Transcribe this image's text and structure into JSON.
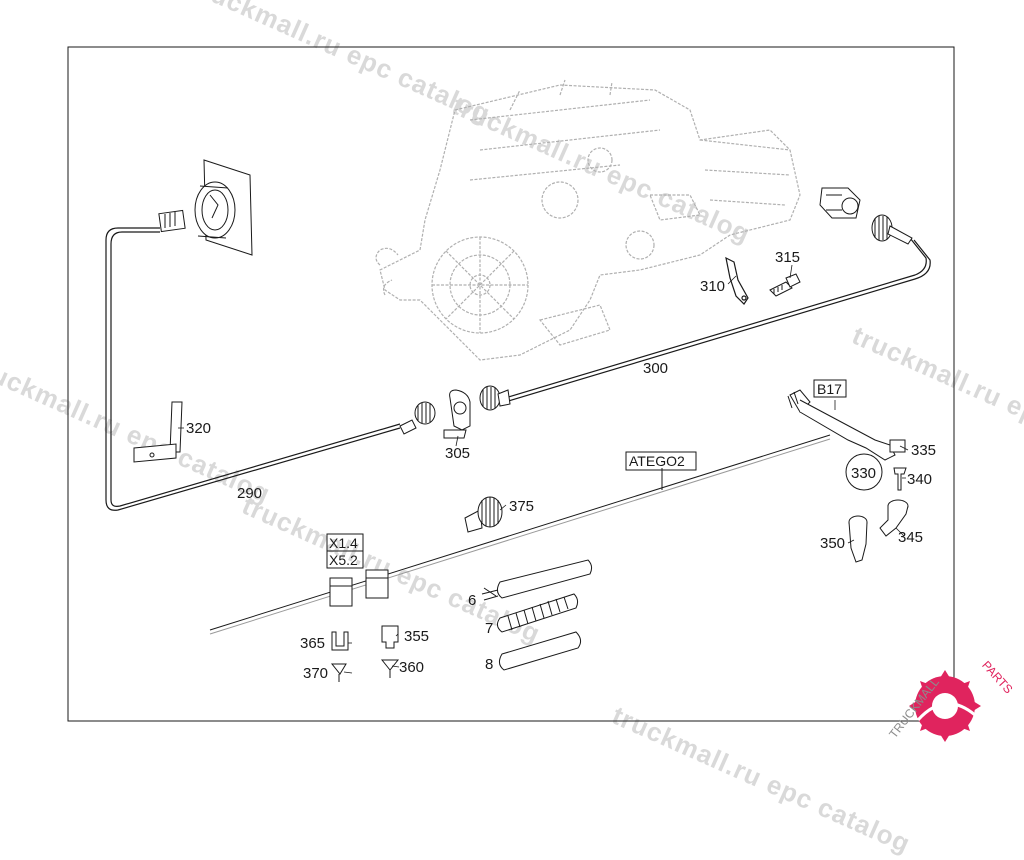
{
  "diagram": {
    "part_numbers": {
      "p6": "6",
      "p7": "7",
      "p8": "8",
      "p290": "290",
      "p300": "300",
      "p305": "305",
      "p310": "310",
      "p315": "315",
      "p320": "320",
      "p330": "330",
      "p335": "335",
      "p340": "340",
      "p345": "345",
      "p350": "350",
      "p355": "355",
      "p360": "360",
      "p365": "365",
      "p370": "370",
      "p375": "375"
    },
    "boxed_labels": {
      "b17": "B17",
      "atego2": "ATEGO2",
      "x14": "X1.4",
      "x52": "X5.2"
    }
  },
  "watermark": {
    "text": "truckmall.ru epc catalog",
    "logo_left": "TRUCKMALL",
    "logo_right": "PARTS",
    "logo_color": "#e0245e"
  },
  "colors": {
    "line": "#1a1a1a",
    "engine": "#b0b0b0",
    "watermark": "#d9d9d9"
  }
}
